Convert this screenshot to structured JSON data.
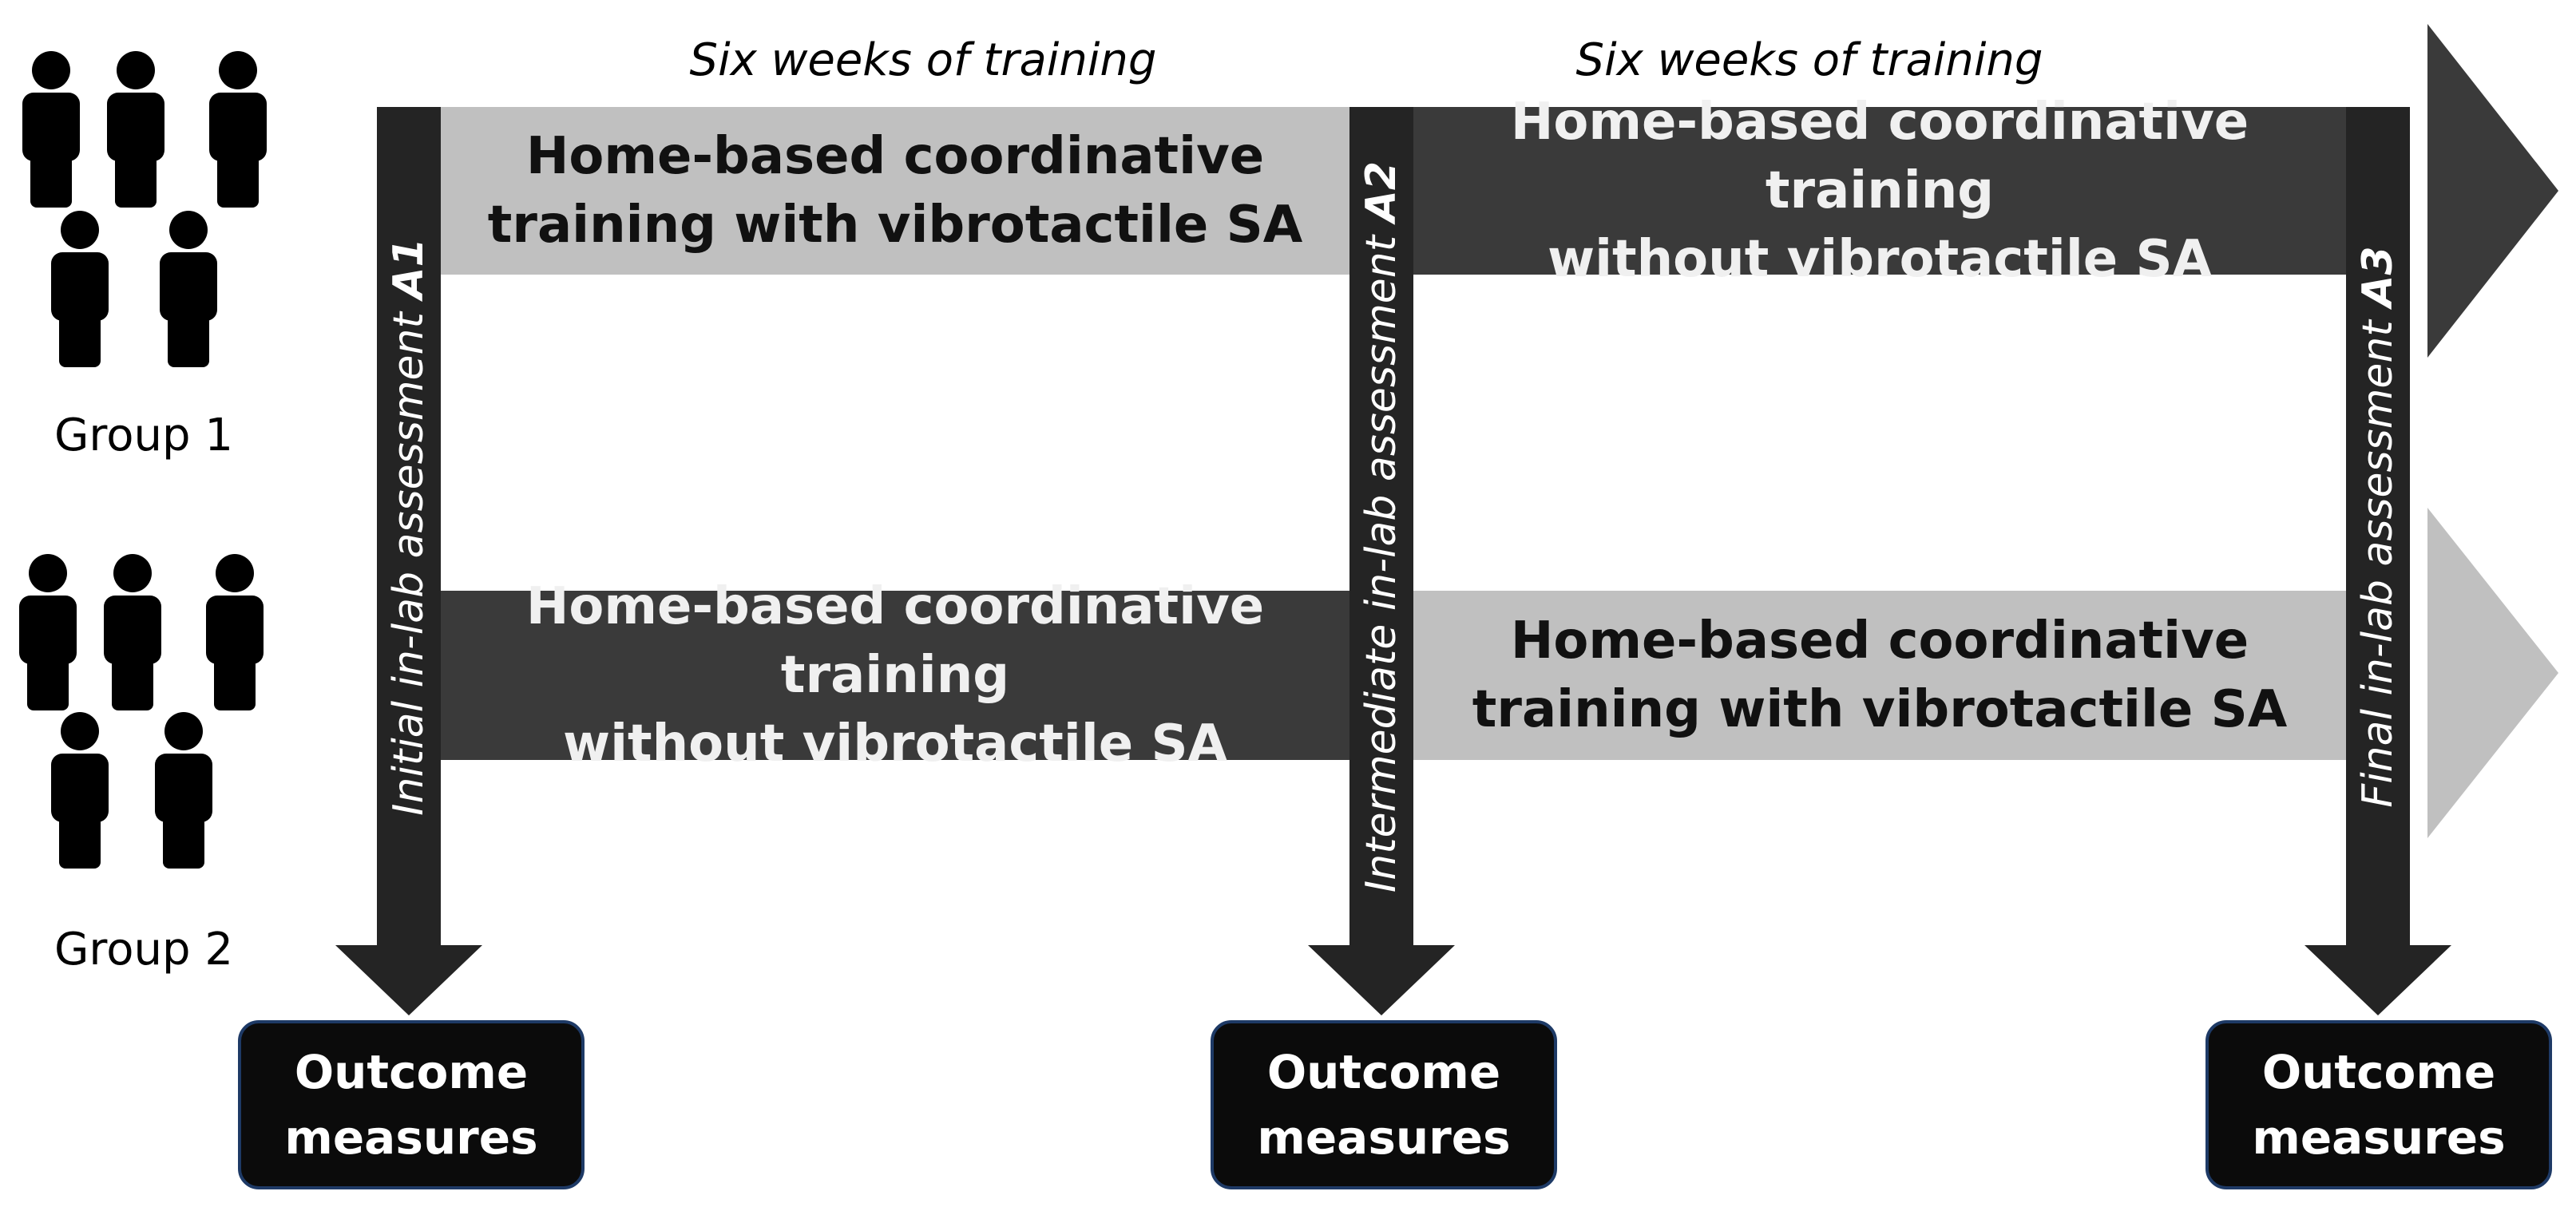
{
  "periods": {
    "first": "Six weeks of training",
    "second": "Six weeks of training"
  },
  "groups": [
    {
      "label": "Group 1"
    },
    {
      "label": "Group 2"
    }
  ],
  "bands": {
    "g1_p1": [
      "Home-based coordinative",
      "training with vibrotactile SA"
    ],
    "g1_p2": [
      "Home-based coordinative training",
      "without vibrotactile SA"
    ],
    "g2_p1": [
      "Home-based coordinative training",
      "without vibrotactile SA"
    ],
    "g2_p2": [
      "Home-based coordinative",
      "training with vibrotactile SA"
    ]
  },
  "assessments": [
    {
      "text": "Initial in-lab assessment ",
      "code": "A1"
    },
    {
      "text": "Intermediate in-lab assessment ",
      "code": "A2"
    },
    {
      "text": "Final in-lab assessment ",
      "code": "A3"
    }
  ],
  "outcome": {
    "line1": "Outcome",
    "line2": "measures"
  },
  "icons": {
    "group": "people-group-icon"
  },
  "colors": {
    "dark": "#3a3a3a",
    "light": "#c0c0c0",
    "pillar": "#242424",
    "box": "#0b0b0b",
    "box_border": "#1e3a66"
  }
}
